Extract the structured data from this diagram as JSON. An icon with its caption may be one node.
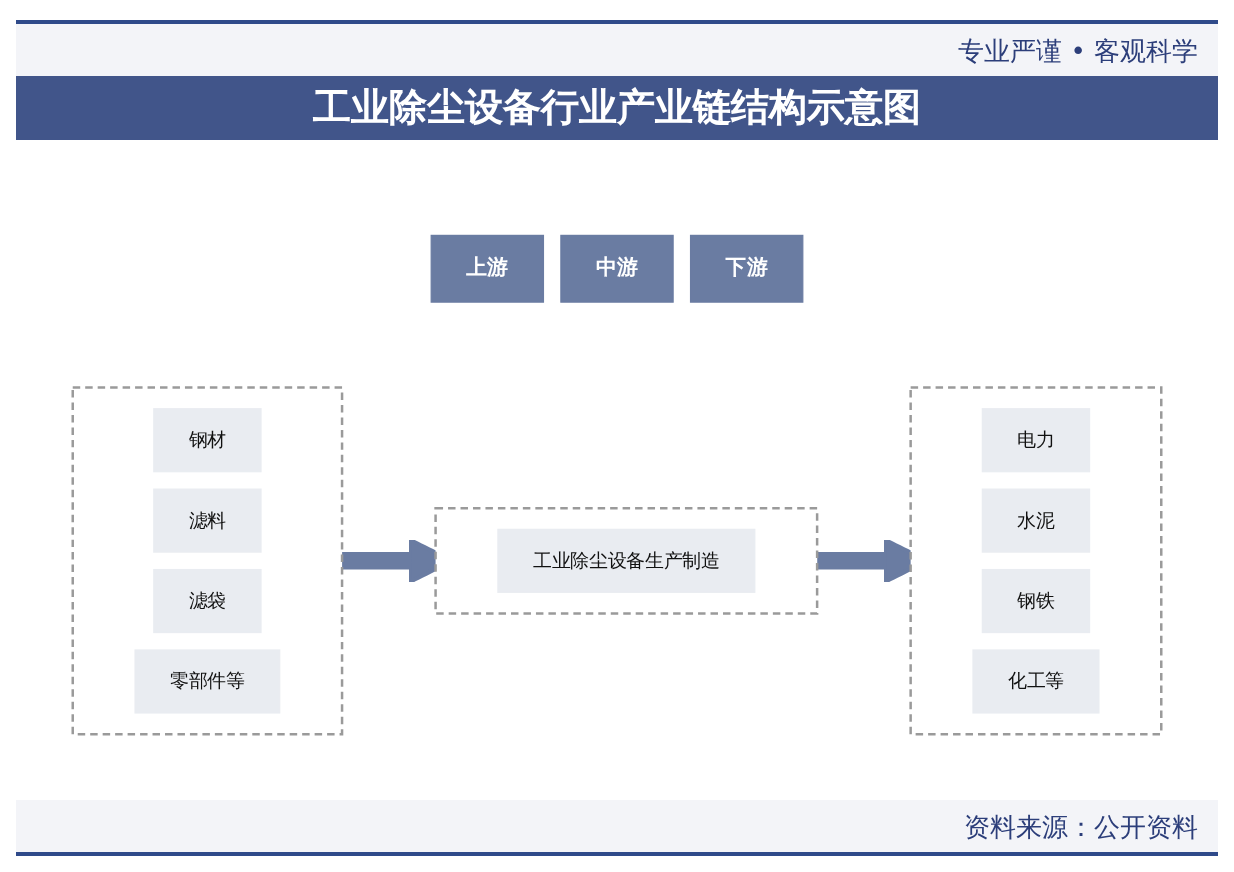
{
  "diagram": {
    "title": "工业除尘设备行业产业链结构示意图",
    "nodes": [
      {
        "text": [
          "上游"
        ]
      },
      {
        "text": [
          "中游"
        ]
      },
      {
        "text": [
          "下游"
        ]
      },
      {
        "text": [],
        "shape": "box"
      },
      {
        "text": [
          "钢材"
        ],
        "in": 3
      },
      {
        "text": [
          "滤料"
        ],
        "in": 3
      },
      {
        "text": [
          "滤袋"
        ],
        "in": 3
      },
      {
        "text": [
          "零部件等"
        ],
        "in": 3
      },
      {
        "text": [],
        "shape": "box"
      },
      {
        "text": [
          "工业除尘设备生产制造"
        ],
        "in": 8
      },
      {
        "text": [],
        "shape": "box"
      },
      {
        "text": [
          "电力"
        ],
        "in": 10
      },
      {
        "text": [
          "水泥"
        ],
        "in": 10
      },
      {
        "text": [
          "钢铁"
        ],
        "in": 10
      },
      {
        "text": [
          "化工等"
        ],
        "in": 10
      }
    ],
    "edges": [
      {
        "from": 3,
        "to": 8,
        "arrow": "to"
      },
      {
        "from": 8,
        "to": 10,
        "arrow": "to"
      }
    ],
    "labels": [
      "专业严谨 • 客观科学",
      "资料来源：公开资料"
    ]
  }
}
